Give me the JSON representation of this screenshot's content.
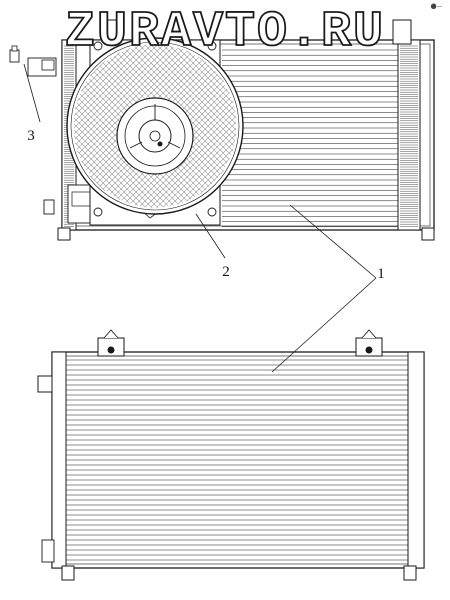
{
  "watermark": {
    "text": "ZURAVTO.RU"
  },
  "corner_mark": "⚫—",
  "callouts": {
    "condenser_label": "1",
    "fan_label": "2",
    "bracket_label": "3"
  },
  "parts": {
    "top_assembly": "condenser with fan",
    "bottom_assembly": "condenser",
    "fan_icon": "cooling-fan-icon",
    "bracket_icon": "mounting-bracket-icon"
  },
  "colors": {
    "line": "#1a1a1a",
    "background": "#ffffff"
  }
}
